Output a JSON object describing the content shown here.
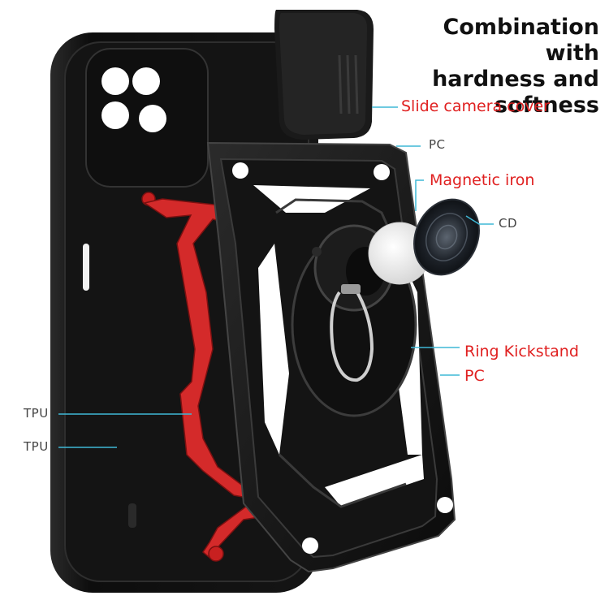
{
  "headline": {
    "line1": "Combination with",
    "line2": "hardness and softness"
  },
  "callouts": {
    "slide_camera_cover": "Slide camera cover",
    "pc_top": "PC",
    "magnetic_iron": "Magnetic iron",
    "cd": "CD",
    "ring_kickstand": "Ring Kickstand",
    "pc_bottom": "PC",
    "tpu_upper": "TPU",
    "tpu_lower": "TPU"
  },
  "colors": {
    "accent_red": "#e02020",
    "leader_cyan": "#3fb8d6",
    "case_black": "#111111",
    "tpu_red": "#d42a2a",
    "label_grey": "#444444"
  }
}
